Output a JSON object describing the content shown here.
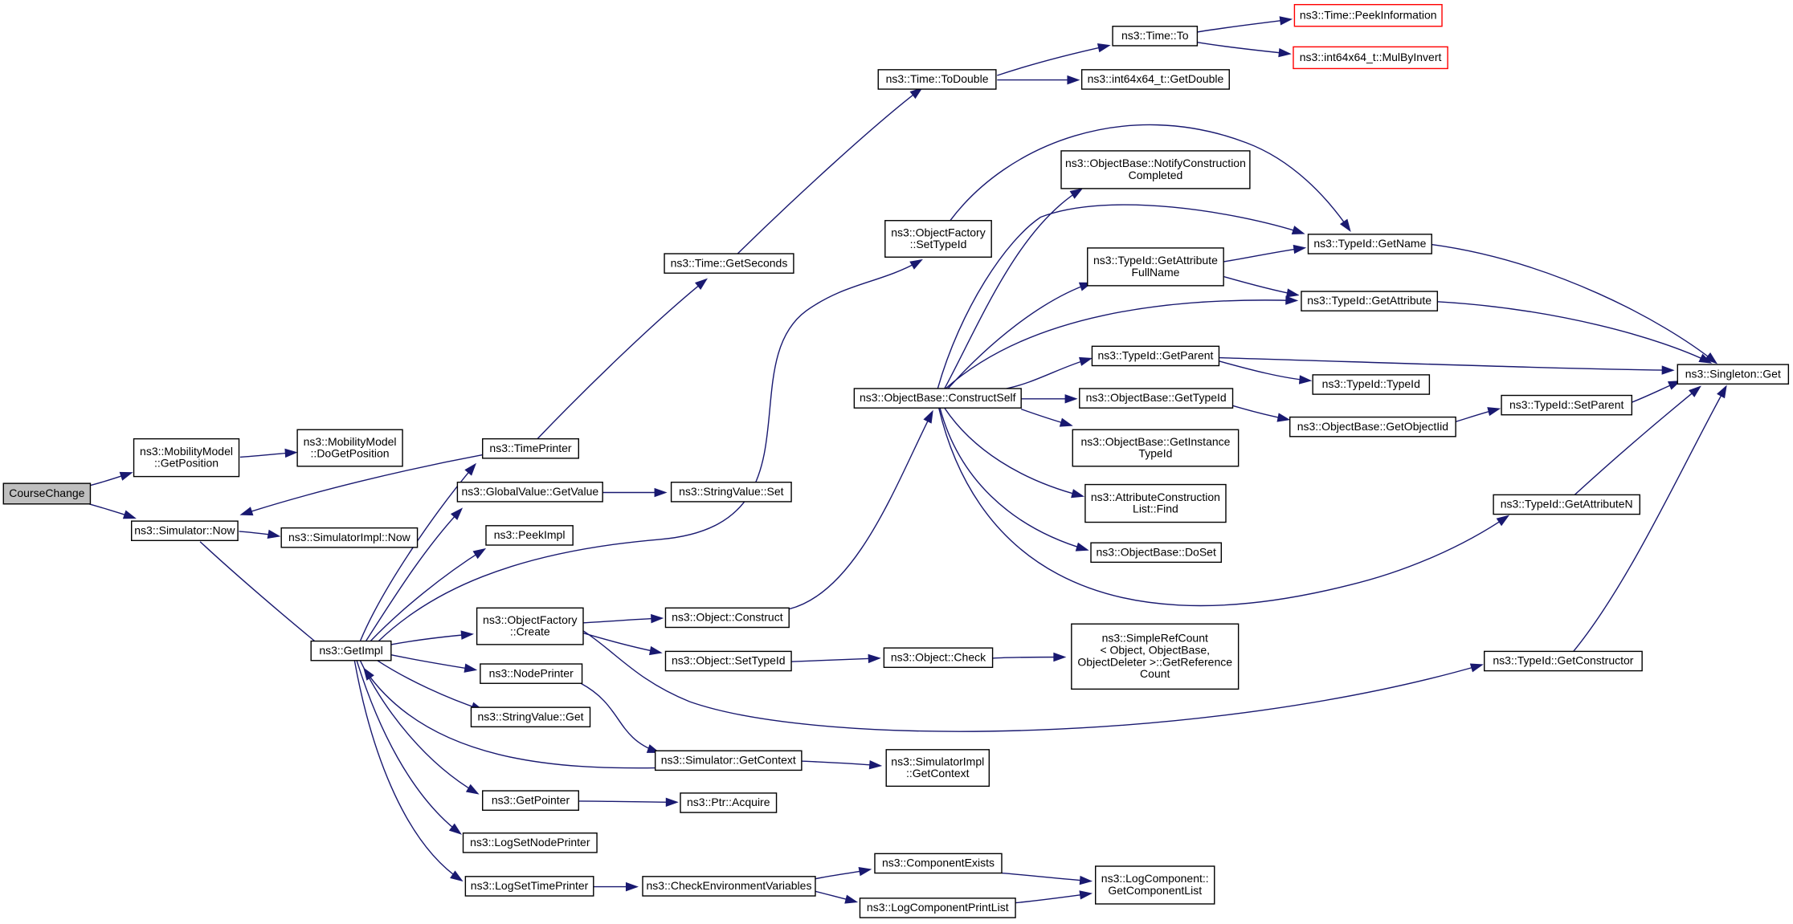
{
  "colors": {
    "edge": "#191970",
    "node_border": "#000000",
    "truncated_border": "#ff0000",
    "root_fill": "#bfbfbf",
    "node_fill": "#ffffff"
  },
  "nodes": [
    {
      "id": "n00",
      "lines": [
        "CourseChange"
      ],
      "kind": "root"
    },
    {
      "id": "n01",
      "lines": [
        "ns3::MobilityModel",
        "::GetPosition"
      ]
    },
    {
      "id": "n02",
      "lines": [
        "ns3::MobilityModel",
        "::DoGetPosition"
      ]
    },
    {
      "id": "n03",
      "lines": [
        "ns3::Simulator::Now"
      ]
    },
    {
      "id": "n04",
      "lines": [
        "ns3::SimulatorImpl::Now"
      ]
    },
    {
      "id": "n05",
      "lines": [
        "ns3::GetImpl"
      ]
    },
    {
      "id": "n06",
      "lines": [
        "ns3::TimePrinter"
      ]
    },
    {
      "id": "n07",
      "lines": [
        "ns3::GlobalValue::GetValue"
      ]
    },
    {
      "id": "n08",
      "lines": [
        "ns3::StringValue::Set"
      ]
    },
    {
      "id": "n09",
      "lines": [
        "ns3::PeekImpl"
      ]
    },
    {
      "id": "n10",
      "lines": [
        "ns3::ObjectFactory",
        "::Create"
      ]
    },
    {
      "id": "n11",
      "lines": [
        "ns3::NodePrinter"
      ]
    },
    {
      "id": "n12",
      "lines": [
        "ns3::StringValue::Get"
      ]
    },
    {
      "id": "n13",
      "lines": [
        "ns3::GetPointer"
      ]
    },
    {
      "id": "n14",
      "lines": [
        "ns3::LogSetNodePrinter"
      ]
    },
    {
      "id": "n15",
      "lines": [
        "ns3::LogSetTimePrinter"
      ]
    },
    {
      "id": "n16",
      "lines": [
        "ns3::Time::GetSeconds"
      ]
    },
    {
      "id": "n17",
      "lines": [
        "ns3::Time::ToDouble"
      ]
    },
    {
      "id": "n18",
      "lines": [
        "ns3::Time::To"
      ]
    },
    {
      "id": "n19",
      "lines": [
        "ns3::int64x64_t::GetDouble"
      ]
    },
    {
      "id": "n20",
      "lines": [
        "ns3::Time::PeekInformation"
      ],
      "kind": "truncated"
    },
    {
      "id": "n21",
      "lines": [
        "ns3::int64x64_t::MulByInvert"
      ],
      "kind": "truncated"
    },
    {
      "id": "n22",
      "lines": [
        "ns3::ObjectFactory",
        "::SetTypeId"
      ]
    },
    {
      "id": "n23",
      "lines": [
        "ns3::ObjectBase::ConstructSelf"
      ]
    },
    {
      "id": "n24",
      "lines": [
        "ns3::Object::Construct"
      ]
    },
    {
      "id": "n25",
      "lines": [
        "ns3::Object::SetTypeId"
      ]
    },
    {
      "id": "n26",
      "lines": [
        "ns3::Object::Check"
      ]
    },
    {
      "id": "n27",
      "lines": [
        "ns3::SimpleRefCount",
        "< Object, ObjectBase,",
        "ObjectDeleter >::GetReference",
        "Count"
      ]
    },
    {
      "id": "n28",
      "lines": [
        "ns3::Simulator::GetContext"
      ]
    },
    {
      "id": "n29",
      "lines": [
        "ns3::SimulatorImpl",
        "::GetContext"
      ]
    },
    {
      "id": "n30",
      "lines": [
        "ns3::Ptr::Acquire"
      ]
    },
    {
      "id": "n31",
      "lines": [
        "ns3::CheckEnvironmentVariables"
      ]
    },
    {
      "id": "n32",
      "lines": [
        "ns3::ComponentExists"
      ]
    },
    {
      "id": "n33",
      "lines": [
        "ns3::LogComponentPrintList"
      ]
    },
    {
      "id": "n34",
      "lines": [
        "ns3::LogComponent::",
        "GetComponentList"
      ]
    },
    {
      "id": "n35",
      "lines": [
        "ns3::ObjectBase::NotifyConstruction",
        "Completed"
      ]
    },
    {
      "id": "n36",
      "lines": [
        "ns3::TypeId::GetAttribute",
        "FullName"
      ]
    },
    {
      "id": "n37",
      "lines": [
        "ns3::TypeId::GetParent"
      ]
    },
    {
      "id": "n38",
      "lines": [
        "ns3::ObjectBase::GetTypeId"
      ]
    },
    {
      "id": "n39",
      "lines": [
        "ns3::ObjectBase::GetInstance",
        "TypeId"
      ]
    },
    {
      "id": "n40",
      "lines": [
        "ns3::AttributeConstruction",
        "List::Find"
      ]
    },
    {
      "id": "n41",
      "lines": [
        "ns3::ObjectBase::DoSet"
      ]
    },
    {
      "id": "n42",
      "lines": [
        "ns3::TypeId::GetName"
      ]
    },
    {
      "id": "n43",
      "lines": [
        "ns3::TypeId::GetAttribute"
      ]
    },
    {
      "id": "n44",
      "lines": [
        "ns3::TypeId::TypeId"
      ]
    },
    {
      "id": "n45",
      "lines": [
        "ns3::ObjectBase::GetObjectIid"
      ]
    },
    {
      "id": "n46",
      "lines": [
        "ns3::TypeId::SetParent"
      ]
    },
    {
      "id": "n47",
      "lines": [
        "ns3::TypeId::GetAttributeN"
      ]
    },
    {
      "id": "n48",
      "lines": [
        "ns3::TypeId::GetConstructor"
      ]
    },
    {
      "id": "n49",
      "lines": [
        "ns3::Singleton::Get"
      ]
    }
  ],
  "edges": [
    {
      "from": "n00",
      "to": "n01"
    },
    {
      "from": "n00",
      "to": "n03"
    },
    {
      "from": "n01",
      "to": "n02"
    },
    {
      "from": "n03",
      "to": "n04"
    },
    {
      "from": "n03",
      "to": "n05"
    },
    {
      "from": "n06",
      "to": "n03"
    },
    {
      "from": "n06",
      "to": "n16"
    },
    {
      "from": "n16",
      "to": "n17"
    },
    {
      "from": "n17",
      "to": "n18"
    },
    {
      "from": "n17",
      "to": "n19"
    },
    {
      "from": "n18",
      "to": "n20"
    },
    {
      "from": "n18",
      "to": "n21"
    },
    {
      "from": "n05",
      "to": "n06"
    },
    {
      "from": "n05",
      "to": "n07"
    },
    {
      "from": "n05",
      "to": "n09"
    },
    {
      "from": "n05",
      "to": "n22"
    },
    {
      "from": "n05",
      "to": "n10"
    },
    {
      "from": "n05",
      "to": "n11"
    },
    {
      "from": "n05",
      "to": "n12"
    },
    {
      "from": "n05",
      "to": "n13"
    },
    {
      "from": "n05",
      "to": "n14"
    },
    {
      "from": "n05",
      "to": "n15"
    },
    {
      "from": "n07",
      "to": "n08"
    },
    {
      "from": "n10",
      "to": "n24"
    },
    {
      "from": "n10",
      "to": "n25"
    },
    {
      "from": "n10",
      "to": "n48"
    },
    {
      "from": "n24",
      "to": "n23"
    },
    {
      "from": "n25",
      "to": "n26"
    },
    {
      "from": "n26",
      "to": "n27"
    },
    {
      "from": "n11",
      "to": "n28"
    },
    {
      "from": "n28",
      "to": "n05"
    },
    {
      "from": "n28",
      "to": "n29"
    },
    {
      "from": "n13",
      "to": "n30"
    },
    {
      "from": "n15",
      "to": "n31"
    },
    {
      "from": "n31",
      "to": "n32"
    },
    {
      "from": "n31",
      "to": "n33"
    },
    {
      "from": "n32",
      "to": "n34"
    },
    {
      "from": "n33",
      "to": "n34"
    },
    {
      "from": "n22",
      "to": "n42"
    },
    {
      "from": "n23",
      "to": "n35"
    },
    {
      "from": "n23",
      "to": "n42"
    },
    {
      "from": "n23",
      "to": "n36"
    },
    {
      "from": "n23",
      "to": "n43"
    },
    {
      "from": "n23",
      "to": "n37"
    },
    {
      "from": "n23",
      "to": "n38"
    },
    {
      "from": "n23",
      "to": "n39"
    },
    {
      "from": "n23",
      "to": "n40"
    },
    {
      "from": "n23",
      "to": "n41"
    },
    {
      "from": "n23",
      "to": "n47"
    },
    {
      "from": "n36",
      "to": "n42"
    },
    {
      "from": "n36",
      "to": "n43"
    },
    {
      "from": "n37",
      "to": "n49"
    },
    {
      "from": "n37",
      "to": "n44"
    },
    {
      "from": "n38",
      "to": "n45"
    },
    {
      "from": "n45",
      "to": "n46"
    },
    {
      "from": "n46",
      "to": "n49"
    },
    {
      "from": "n42",
      "to": "n49"
    },
    {
      "from": "n43",
      "to": "n49"
    },
    {
      "from": "n47",
      "to": "n49"
    },
    {
      "from": "n48",
      "to": "n49"
    }
  ]
}
